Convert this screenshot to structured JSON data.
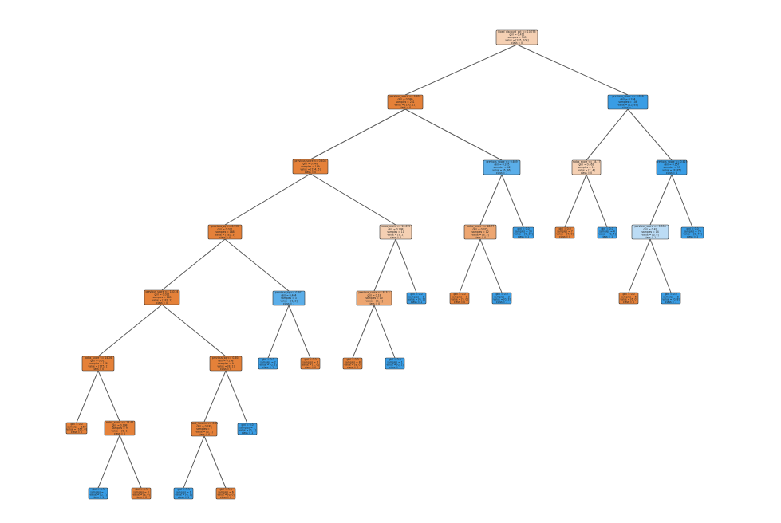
{
  "colors": {
    "class0_strong": "#e58139",
    "class0_medium": "#eda671",
    "class0_light": "#f5d0b3",
    "class1_strong": "#399de5",
    "class1_medium": "#5baee9",
    "class1_light": "#bcdcf5",
    "edge": "#5a5a5a",
    "background": "#ffffff"
  },
  "diagram": {
    "nodes": [
      {
        "id": "n0",
        "fill": "class0_light",
        "lines": [
          "Fixed_discount_pct <= 10.755",
          "gini = 0.411",
          "samples = 345",
          "value = [245, 100]",
          "class = 0"
        ]
      },
      {
        "id": "n1",
        "fill": "class0_strong",
        "lines": [
          "previous_score <= 0.631",
          "gini = 0.086",
          "samples = 241",
          "value = [230, 11]",
          "class = 0"
        ]
      },
      {
        "id": "n2",
        "fill": "class1_strong",
        "lines": [
          "previous_score <= 0.528",
          "gini = 0.244",
          "samples = 104",
          "value = [15, 89]",
          "class = 1"
        ]
      },
      {
        "id": "n3",
        "fill": "class0_strong",
        "lines": [
          "previous_score <= 0.408",
          "gini = 0.049",
          "samples = 199",
          "value = [194, 5]",
          "class = 0"
        ]
      },
      {
        "id": "n4",
        "fill": "class1_medium",
        "lines": [
          "previous_score <= 0.669",
          "gini = 0.245",
          "samples = 42",
          "value = [6, 36]",
          "class = 1"
        ]
      },
      {
        "id": "n5",
        "fill": "class0_light",
        "lines": [
          "rados_score <= 18.77",
          "gini = 0.463",
          "samples = 11",
          "value = [7, 4]",
          "class = 0"
        ]
      },
      {
        "id": "n6",
        "fill": "class1_strong",
        "lines": [
          "previous_score <= 0.619",
          "gini = 0.157",
          "samples = 93",
          "value = [8, 85]",
          "class = 1"
        ]
      },
      {
        "id": "n7",
        "fill": "class0_strong",
        "lines": [
          "previous_sq <= 0.392",
          "gini = 0.031",
          "samples = 188",
          "value = [185, 3]",
          "class = 0"
        ]
      },
      {
        "id": "n8",
        "fill": "class0_light",
        "lines": [
          "rados_score <= 10.615",
          "gini = 0.298",
          "samples = 11",
          "value = [9, 2]",
          "class = 0"
        ]
      },
      {
        "id": "n9",
        "fill": "class0_medium",
        "lines": [
          "rados_score <= 18.77",
          "gini = 0.375",
          "samples = 12",
          "value = [9, 3]",
          "class = 0"
        ]
      },
      {
        "id": "n10",
        "fill": "class1_strong",
        "lines": [
          "gini = 0.0",
          "samples = 30",
          "value = [0, 30]",
          "class = 1"
        ]
      },
      {
        "id": "n11",
        "fill": "class0_strong",
        "lines": [
          "gini = 0.0",
          "samples = 7",
          "value = [7, 0]",
          "class = 0"
        ]
      },
      {
        "id": "n12",
        "fill": "class1_strong",
        "lines": [
          "gini = 0.0",
          "samples = 4",
          "value = [0, 4]",
          "class = 1"
        ]
      },
      {
        "id": "n13",
        "fill": "class1_light",
        "lines": [
          "previous_score <= 0.558",
          "gini = 0.49",
          "samples = 14",
          "value = [6, 8]",
          "class = 1"
        ]
      },
      {
        "id": "n14",
        "fill": "class1_strong",
        "lines": [
          "gini = 0.0",
          "samples = 79",
          "value = [2, 77]",
          "class = 1"
        ]
      },
      {
        "id": "n15",
        "fill": "class0_strong",
        "lines": [
          "previous_score <= 180.24",
          "gini = 0.021",
          "samples = 185",
          "value = [183, 2]",
          "class = 0"
        ]
      },
      {
        "id": "n16",
        "fill": "class1_medium",
        "lines": [
          "previous_sq <= 0.403",
          "gini = 0.444",
          "samples = 3",
          "value = [1, 2]",
          "class = 1"
        ]
      },
      {
        "id": "n17",
        "fill": "class0_medium",
        "lines": [
          "previous_score <= 815.5",
          "gini = 0.18",
          "samples = 10",
          "value = [9, 1]",
          "class = 0"
        ]
      },
      {
        "id": "n18",
        "fill": "class1_strong",
        "lines": [
          "gini = 0.0",
          "samples = 1",
          "value = [0, 1]",
          "class = 1"
        ]
      },
      {
        "id": "n19",
        "fill": "class0_strong",
        "lines": [
          "gini = 0.0",
          "samples = 9",
          "value = [9, 0]",
          "class = 0"
        ]
      },
      {
        "id": "n20",
        "fill": "class1_strong",
        "lines": [
          "gini = 0.0",
          "samples = 3",
          "value = [0, 3]",
          "class = 1"
        ]
      },
      {
        "id": "n21",
        "fill": "class0_strong",
        "lines": [
          "gini = 0.0",
          "samples = 6",
          "value = [6, 0]",
          "class = 0"
        ]
      },
      {
        "id": "n22",
        "fill": "class1_strong",
        "lines": [
          "gini = 0.0",
          "samples = 8",
          "value = [0, 8]",
          "class = 1"
        ]
      },
      {
        "id": "n23",
        "fill": "class0_strong",
        "lines": [
          "rados_score <= 14.26",
          "gini = 0.011",
          "samples = 176",
          "value = [175, 1]",
          "class = 0"
        ]
      },
      {
        "id": "n24",
        "fill": "class0_strong",
        "lines": [
          "previous_sq <= 0.304",
          "gini = 0.198",
          "samples = 9",
          "value = [8, 1]",
          "class = 0"
        ]
      },
      {
        "id": "n25",
        "fill": "class1_strong",
        "lines": [
          "gini = 0.0",
          "samples = 2",
          "value = [0, 2]",
          "class = 1"
        ]
      },
      {
        "id": "n26",
        "fill": "class0_strong",
        "lines": [
          "gini = 0.0",
          "samples = 1",
          "value = [1, 0]",
          "class = 0"
        ]
      },
      {
        "id": "n27",
        "fill": "class0_strong",
        "lines": [
          "gini = 0.0",
          "samples = 8",
          "value = [8, 0]",
          "class = 0"
        ]
      },
      {
        "id": "n28",
        "fill": "class1_strong",
        "lines": [
          "gini = 0.0",
          "samples = 1",
          "value = [0, 1]",
          "class = 1"
        ]
      },
      {
        "id": "n29",
        "fill": "class0_strong",
        "lines": [
          "gini = 0.0",
          "samples = 167",
          "value = [167, 0]",
          "class = 0"
        ]
      },
      {
        "id": "n30",
        "fill": "class0_strong",
        "lines": [
          "rados_score <= 14.44",
          "gini = 0.198",
          "samples = 9",
          "value = [8, 1]",
          "class = 0"
        ]
      },
      {
        "id": "n31",
        "fill": "class0_strong",
        "lines": [
          "fixed_income <= 0.53",
          "gini = 0.245",
          "samples = 7",
          "value = [6, 1]",
          "class = 0"
        ]
      },
      {
        "id": "n32",
        "fill": "class1_strong",
        "lines": [
          "gini = 0.0",
          "samples = 1",
          "value = [0, 1]",
          "class = 1"
        ]
      },
      {
        "id": "n33",
        "fill": "class1_strong",
        "lines": [
          "gini = 0.0",
          "samples = 1",
          "value = [0, 1]",
          "class = 1"
        ]
      },
      {
        "id": "n34",
        "fill": "class0_strong",
        "lines": [
          "gini = 0.0",
          "samples = 8",
          "value = [8, 0]",
          "class = 0"
        ]
      },
      {
        "id": "n35",
        "fill": "class1_strong",
        "lines": [
          "gini = 0.0",
          "samples = 1",
          "value = [0, 1]",
          "class = 1"
        ]
      },
      {
        "id": "n36",
        "fill": "class0_strong",
        "lines": [
          "gini = 0.0",
          "samples = 6",
          "value = [6, 0]",
          "class = 0"
        ]
      }
    ],
    "edges": [
      [
        "n0",
        "n1"
      ],
      [
        "n0",
        "n2"
      ],
      [
        "n1",
        "n3"
      ],
      [
        "n1",
        "n4"
      ],
      [
        "n2",
        "n5"
      ],
      [
        "n2",
        "n6"
      ],
      [
        "n3",
        "n7"
      ],
      [
        "n3",
        "n8"
      ],
      [
        "n4",
        "n9"
      ],
      [
        "n4",
        "n10"
      ],
      [
        "n5",
        "n11"
      ],
      [
        "n5",
        "n12"
      ],
      [
        "n6",
        "n13"
      ],
      [
        "n6",
        "n14"
      ],
      [
        "n7",
        "n15"
      ],
      [
        "n7",
        "n16"
      ],
      [
        "n8",
        "n17"
      ],
      [
        "n8",
        "n18"
      ],
      [
        "n9",
        "n19"
      ],
      [
        "n9",
        "n20"
      ],
      [
        "n13",
        "n21"
      ],
      [
        "n13",
        "n22"
      ],
      [
        "n15",
        "n23"
      ],
      [
        "n15",
        "n24"
      ],
      [
        "n16",
        "n25"
      ],
      [
        "n16",
        "n26"
      ],
      [
        "n17",
        "n27"
      ],
      [
        "n17",
        "n28"
      ],
      [
        "n23",
        "n29"
      ],
      [
        "n23",
        "n30"
      ],
      [
        "n24",
        "n31"
      ],
      [
        "n24",
        "n32"
      ],
      [
        "n30",
        "n33"
      ],
      [
        "n30",
        "n34"
      ],
      [
        "n31",
        "n35"
      ],
      [
        "n31",
        "n36"
      ]
    ]
  }
}
